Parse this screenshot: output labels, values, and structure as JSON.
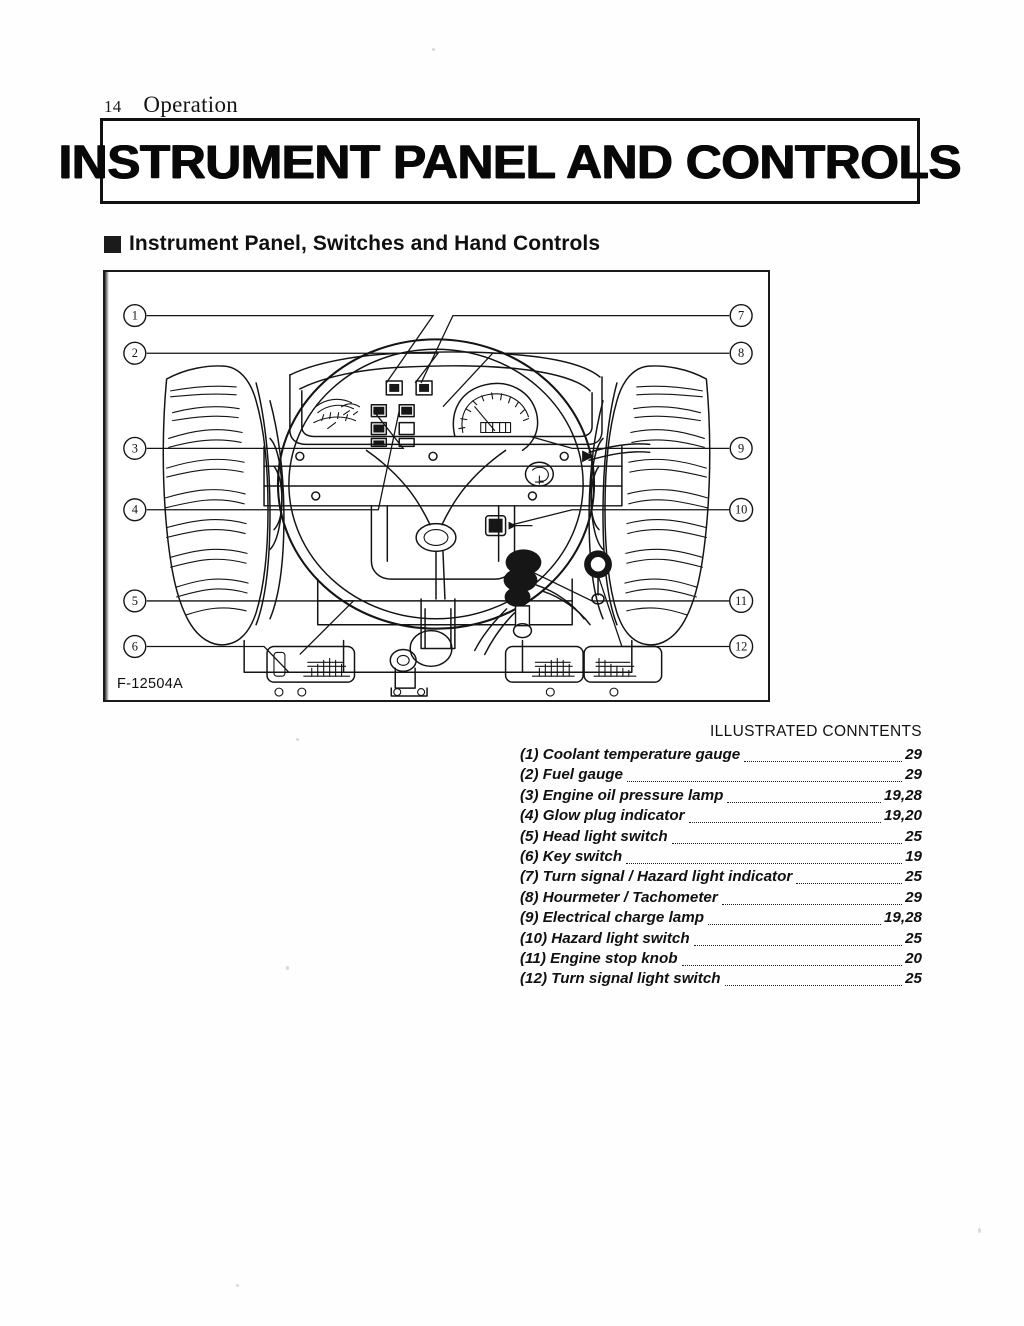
{
  "header": {
    "page_number": "14",
    "section": "Operation"
  },
  "banner": {
    "title": "INSTRUMENT PANEL AND CONTROLS"
  },
  "subheading": {
    "bullet": "filled-square-bullet",
    "text": "Instrument Panel, Switches and Hand Controls"
  },
  "figure": {
    "id": "F-12504A",
    "description": "Tractor operator station front view: steering wheel, instrument panel, fenders with agricultural tires, pedals and hand levers",
    "callouts_left": [
      "1",
      "2",
      "3",
      "4",
      "5",
      "6"
    ],
    "callouts_right": [
      "7",
      "8",
      "9",
      "10",
      "11",
      "12"
    ]
  },
  "contents": {
    "title": "ILLUSTRATED CONNTENTS",
    "items": [
      {
        "label": "(1) Coolant temperature gauge",
        "page": "29"
      },
      {
        "label": "(2) Fuel gauge",
        "page": "29"
      },
      {
        "label": "(3) Engine oil pressure lamp",
        "page": "19,28"
      },
      {
        "label": "(4) Glow plug indicator",
        "page": "19,20"
      },
      {
        "label": "(5) Head light switch",
        "page": "25"
      },
      {
        "label": "(6) Key switch",
        "page": "19"
      },
      {
        "label": "(7) Turn signal / Hazard light indicator",
        "page": "25"
      },
      {
        "label": "(8) Hourmeter / Tachometer",
        "page": "29"
      },
      {
        "label": "(9) Electrical charge lamp",
        "page": "19,28"
      },
      {
        "label": "(10) Hazard light switch",
        "page": "25"
      },
      {
        "label": "(11) Engine stop knob",
        "page": "20"
      },
      {
        "label": "(12) Turn signal light switch",
        "page": "25"
      }
    ]
  },
  "colors": {
    "ink": "#101010",
    "paper": "#ffffff",
    "rule": "#1a1a1a"
  }
}
